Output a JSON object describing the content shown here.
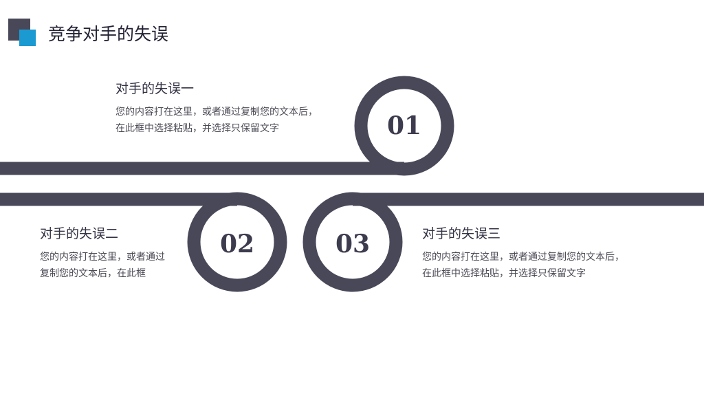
{
  "header": {
    "title": "竞争对手的失误"
  },
  "colors": {
    "road": "#484859",
    "accent": "#1b9ad2",
    "logo_dark": "#484859"
  },
  "items": [
    {
      "number": "01",
      "title": "对手的失误一",
      "text": "您的内容打在这里，或者通过复制您的文本后，在此框中选择粘贴，并选择只保留文字"
    },
    {
      "number": "02",
      "title": "对手的失误二",
      "text": "您的内容打在这里，或者通过复制您的文本后，在此框"
    },
    {
      "number": "03",
      "title": "对手的失误三",
      "text": "您的内容打在这里，或者通过复制您的文本后，在此框中选择粘贴，并选择只保留文字"
    }
  ]
}
